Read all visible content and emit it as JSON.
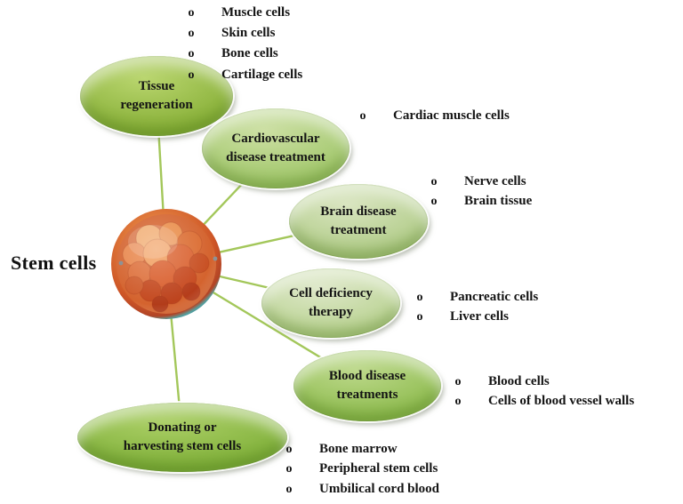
{
  "palette": {
    "connector": "#a3c75a",
    "text": "#141414",
    "cell_orange": "#e07a3c",
    "cell_teal": "#3f8f9e"
  },
  "center": {
    "label": "Stem cells"
  },
  "bullet": "o",
  "nodes": [
    {
      "name": "tissue-regeneration",
      "lines": [
        "Tissue",
        "regeneration"
      ],
      "colors": [
        "#bad66f",
        "#84ad34"
      ]
    },
    {
      "name": "cardiovascular-disease-treatment",
      "lines": [
        "Cardiovascular",
        "disease treatment"
      ],
      "colors": [
        "#cde0a4",
        "#9ec567"
      ]
    },
    {
      "name": "brain-disease-treatment",
      "lines": [
        "Brain disease",
        "treatment"
      ],
      "colors": [
        "#d9e5c0",
        "#aeca84"
      ]
    },
    {
      "name": "cell-deficiency-therapy",
      "lines": [
        "Cell deficiency",
        "therapy"
      ],
      "colors": [
        "#dee8c9",
        "#b7d18e"
      ]
    },
    {
      "name": "blood-disease-treatments",
      "lines": [
        "Blood disease",
        "treatments"
      ],
      "colors": [
        "#bdd98b",
        "#8cba4c"
      ]
    },
    {
      "name": "donating-or-harvesting-stem-cells",
      "lines": [
        "Donating or",
        "harvesting stem cells"
      ],
      "colors": [
        "#abcf66",
        "#7dae37"
      ]
    }
  ],
  "lists": [
    {
      "items": [
        "Muscle cells",
        "Skin cells",
        "Bone cells",
        "Cartilage cells"
      ]
    },
    {
      "items": [
        "Cardiac muscle cells"
      ]
    },
    {
      "items": [
        "Nerve cells",
        "Brain tissue"
      ]
    },
    {
      "items": [
        "Pancreatic cells",
        "Liver cells"
      ]
    },
    {
      "items": [
        "Blood cells",
        "Cells of blood vessel walls"
      ]
    },
    {
      "items": [
        "Bone marrow",
        "Peripheral stem cells",
        "Umbilical cord blood"
      ]
    }
  ]
}
